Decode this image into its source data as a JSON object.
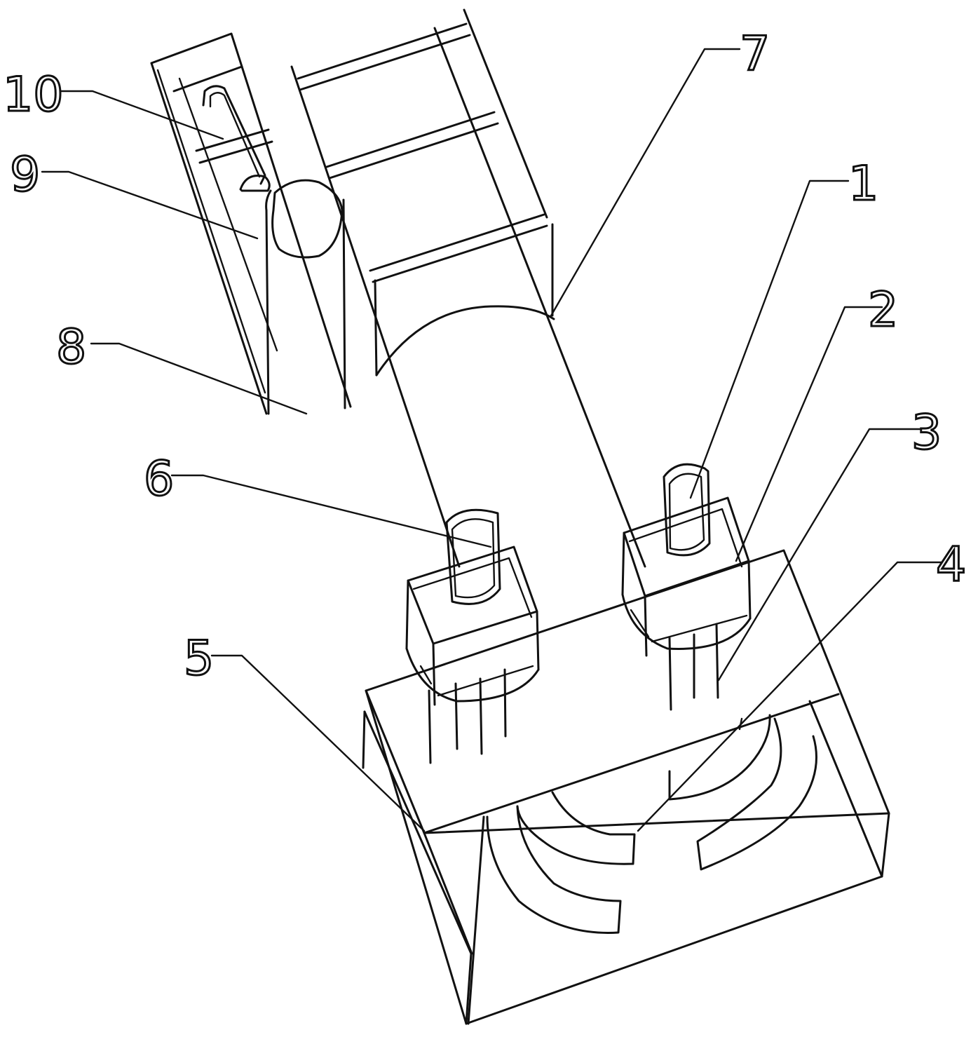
{
  "callouts": [
    {
      "id": "c1",
      "text": "1"
    },
    {
      "id": "c2",
      "text": "2"
    },
    {
      "id": "c3",
      "text": "3"
    },
    {
      "id": "c4",
      "text": "4"
    },
    {
      "id": "c5",
      "text": "5"
    },
    {
      "id": "c6",
      "text": "6"
    },
    {
      "id": "c7",
      "text": "7"
    },
    {
      "id": "c8",
      "text": "8"
    },
    {
      "id": "c9",
      "text": "9"
    },
    {
      "id": "c10",
      "text": "10"
    }
  ],
  "colors": {
    "ink": "#111111",
    "paper": "#ffffff"
  }
}
